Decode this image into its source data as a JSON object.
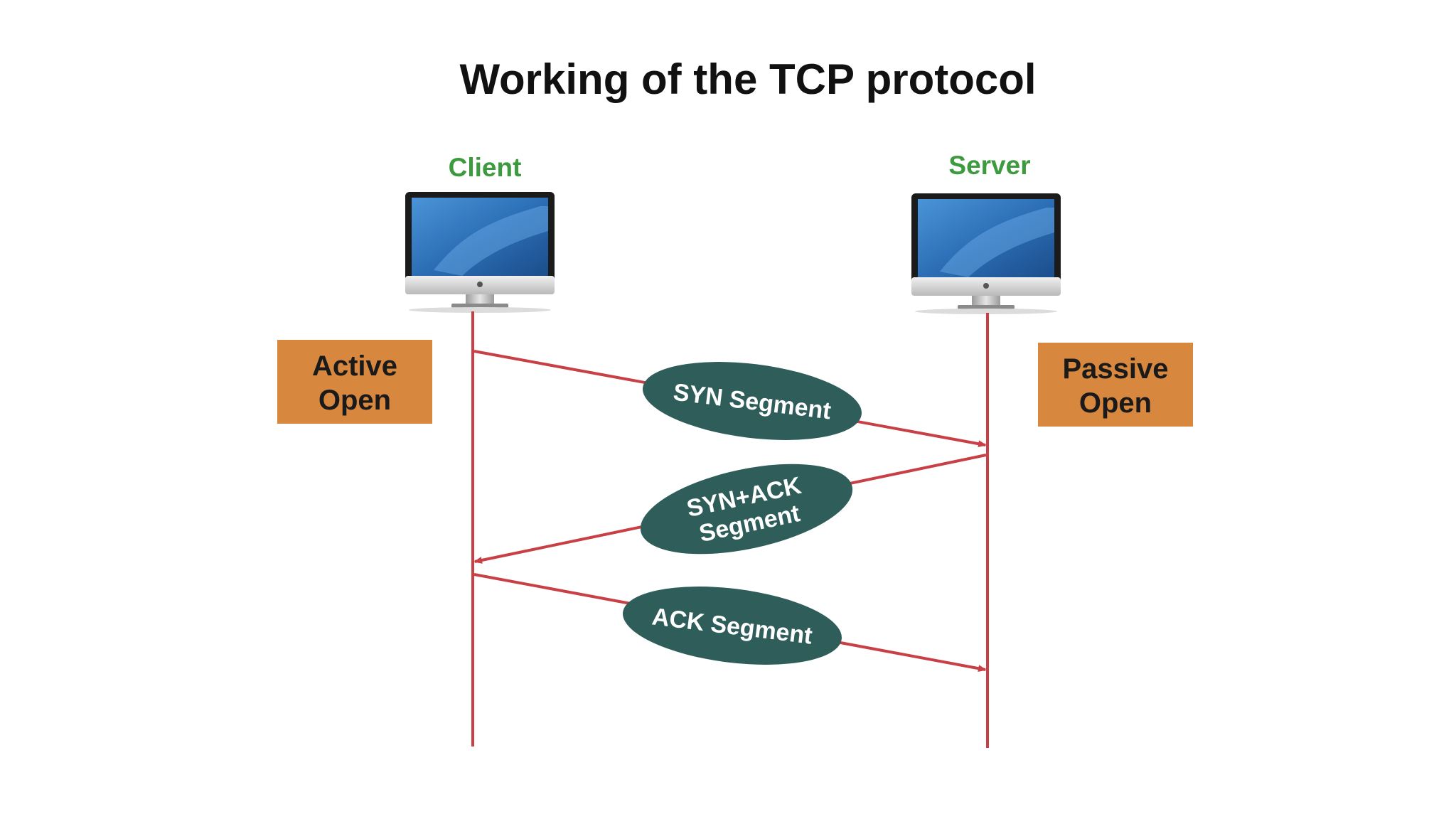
{
  "title": "Working of the TCP protocol",
  "client": {
    "label": "Client",
    "state": [
      "Active",
      "Open"
    ]
  },
  "server": {
    "label": "Server",
    "state": [
      "Passive",
      "Open"
    ]
  },
  "messages": [
    {
      "from": "client",
      "to": "server",
      "lines": [
        "SYN Segment"
      ]
    },
    {
      "from": "server",
      "to": "client",
      "lines": [
        "SYN+ACK",
        "Segment"
      ]
    },
    {
      "from": "client",
      "to": "server",
      "lines": [
        "ACK Segment"
      ]
    }
  ],
  "colors": {
    "arrow": "#c83f45",
    "state_box": "#d8873f",
    "segment_ellipse": "#2f5d59",
    "node_label": "#3e9a3e",
    "monitor_screen": "#2c6fb6"
  },
  "icons": {
    "client": "desktop-monitor-icon",
    "server": "desktop-monitor-icon"
  }
}
